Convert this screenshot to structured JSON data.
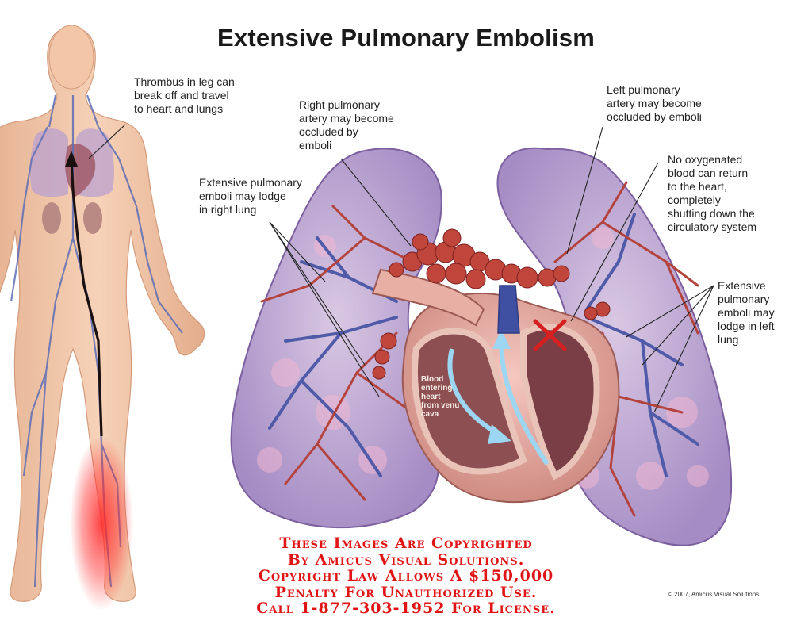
{
  "title": "Extensive Pulmonary Embolism",
  "labels": {
    "thrombus": "Thrombus in leg can\nbreak off and travel\nto heart and lungs",
    "right_artery": "Right pulmonary\nartery may become\noccluded by\nemboli",
    "left_artery": "Left pulmonary\nartery may become\noccluded by emboli",
    "right_lung_emboli": "Extensive pulmonary\nemboli may lodge\nin right lung",
    "no_oxygen": "No oxygenated\nblood can return\nto the heart,\ncompletely\nshutting down the\ncirculatory system",
    "left_lung_emboli": "Extensive\npulmonary\nemboli may\nlodge in left\nlung",
    "blood_entering": "Blood\nentering\nheart\nfrom venu\ncava"
  },
  "copyright_notice": [
    "These Images Are Copyrighted",
    "By Amicus Visual Solutions.",
    "Copyright Law Allows A $150,000",
    "Penalty For Unauthorized Use.",
    "Call 1-877-303-1952 For License."
  ],
  "credit": "© 2007, Amicus Visual Solutions",
  "colors": {
    "skin": "#f2c9ac",
    "lung": "#b9a3cf",
    "heart": "#e9b3aa",
    "vein": "#5a66b4",
    "artery": "#b8453e",
    "clot": "#c0463c",
    "notice": "#e01414"
  }
}
